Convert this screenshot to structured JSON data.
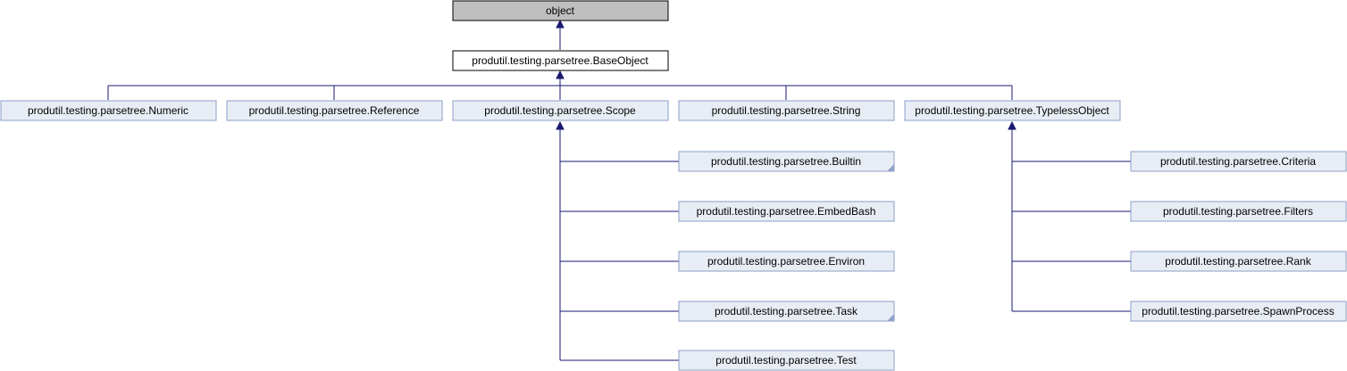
{
  "diagram": {
    "colors": {
      "root_fill": "#bfbfbf",
      "root_stroke": "#000000",
      "base_fill": "#ffffff",
      "base_stroke": "#000000",
      "class_fill": "#e8edf5",
      "class_stroke": "#8b9fc8",
      "edge": "#191970"
    },
    "nodes": {
      "object": "object",
      "base_object": "produtil.testing.parsetree.BaseObject",
      "numeric": "produtil.testing.parsetree.Numeric",
      "reference": "produtil.testing.parsetree.Reference",
      "scope": "produtil.testing.parsetree.Scope",
      "string": "produtil.testing.parsetree.String",
      "typeless_object": "produtil.testing.parsetree.TypelessObject",
      "builtin": "produtil.testing.parsetree.Builtin",
      "embed_bash": "produtil.testing.parsetree.EmbedBash",
      "environ": "produtil.testing.parsetree.Environ",
      "task": "produtil.testing.parsetree.Task",
      "test": "produtil.testing.parsetree.Test",
      "criteria": "produtil.testing.parsetree.Criteria",
      "filters": "produtil.testing.parsetree.Filters",
      "rank": "produtil.testing.parsetree.Rank",
      "spawn_process": "produtil.testing.parsetree.SpawnProcess"
    }
  }
}
